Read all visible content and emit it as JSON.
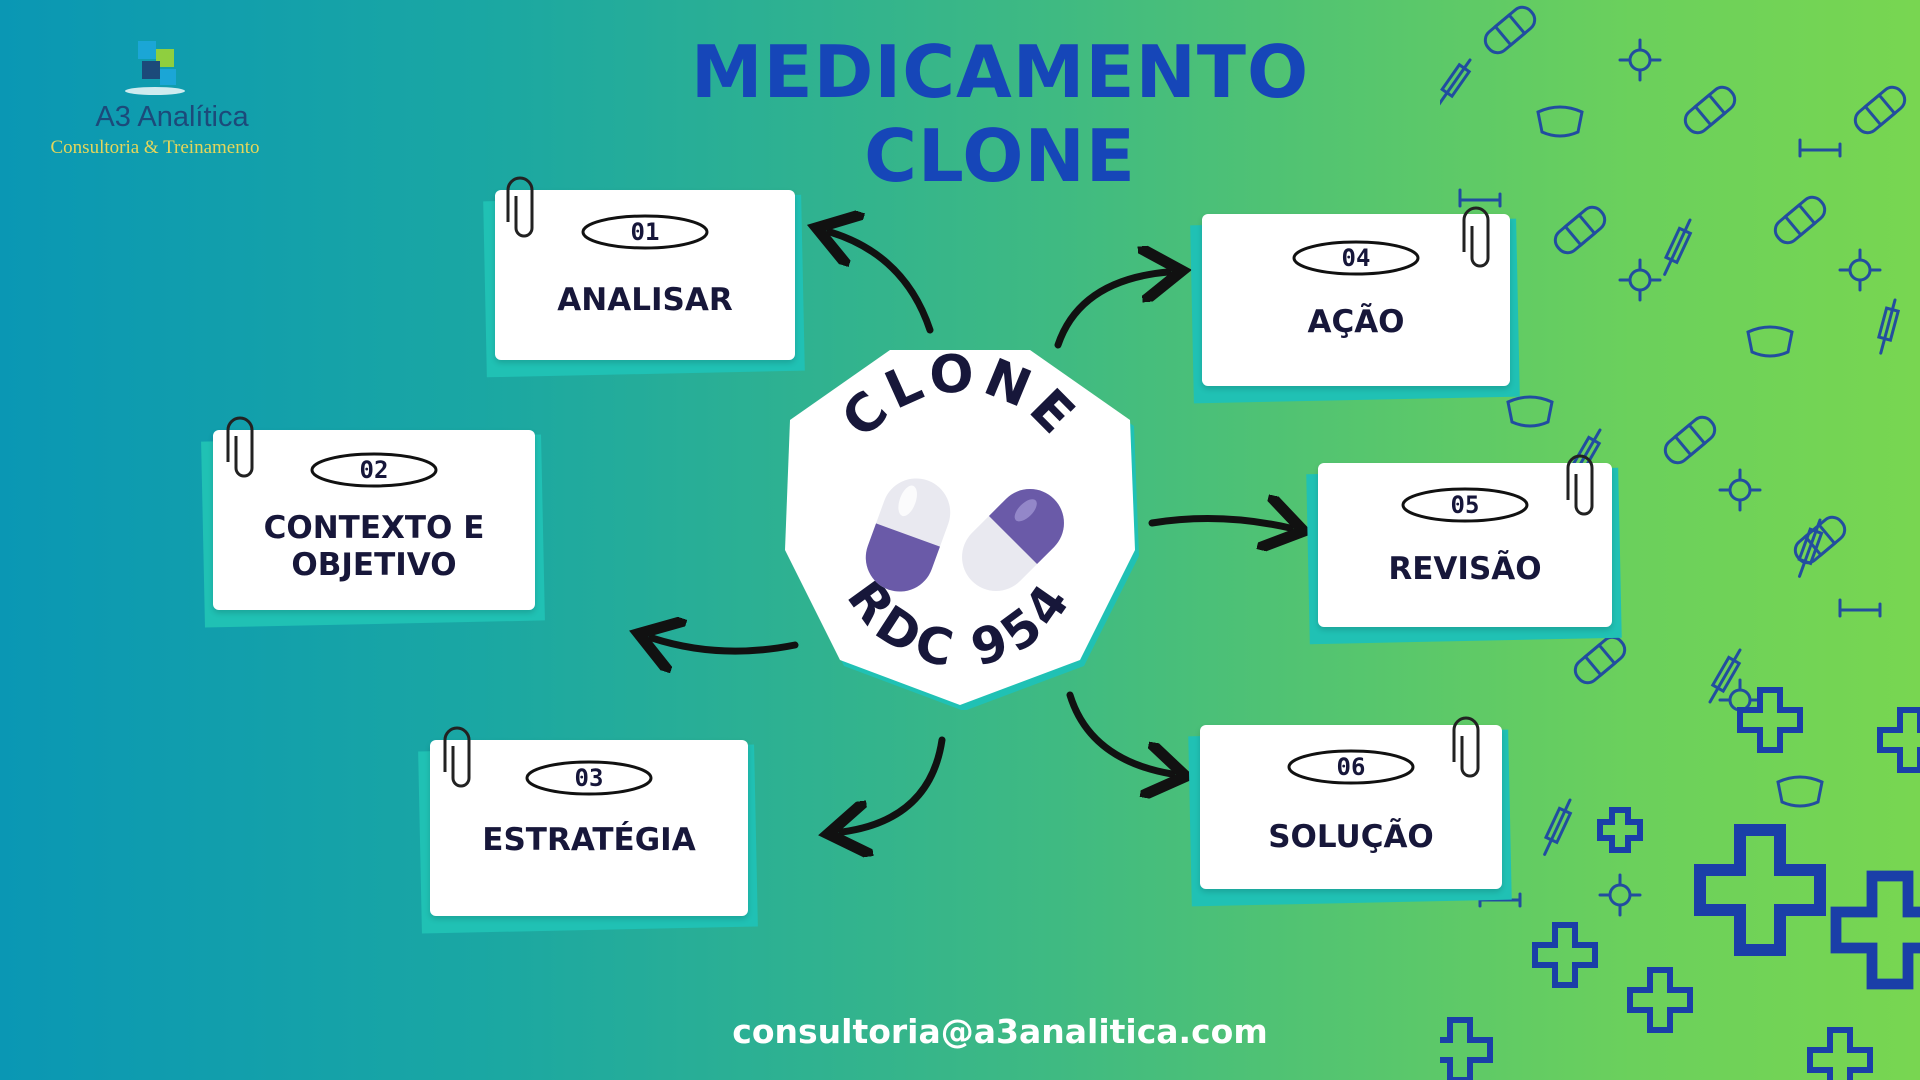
{
  "logo": {
    "name": "A3 Analítica",
    "subtitle": "Consultoria & Treinamento"
  },
  "title": {
    "line1": "MEDICAMENTO",
    "line2": "CLONE"
  },
  "hub": {
    "top_text": "CLONE",
    "bottom_text": "RDC 954"
  },
  "steps": [
    {
      "number": "01",
      "label": "ANALISAR"
    },
    {
      "number": "02",
      "label_line1": "CONTEXTO E",
      "label_line2": "OBJETIVO"
    },
    {
      "number": "03",
      "label": "ESTRATÉGIA"
    },
    {
      "number": "04",
      "label": "AÇÃO"
    },
    {
      "number": "05",
      "label": "REVISÃO"
    },
    {
      "number": "06",
      "label": "SOLUÇÃO"
    }
  ],
  "footer": {
    "email": "consultoria@a3analitica.com"
  },
  "colors": {
    "title": "#1646b8",
    "card_back": "#20c1b4",
    "pattern": "#1a3fa8",
    "capsule": "#6a5aa8"
  }
}
